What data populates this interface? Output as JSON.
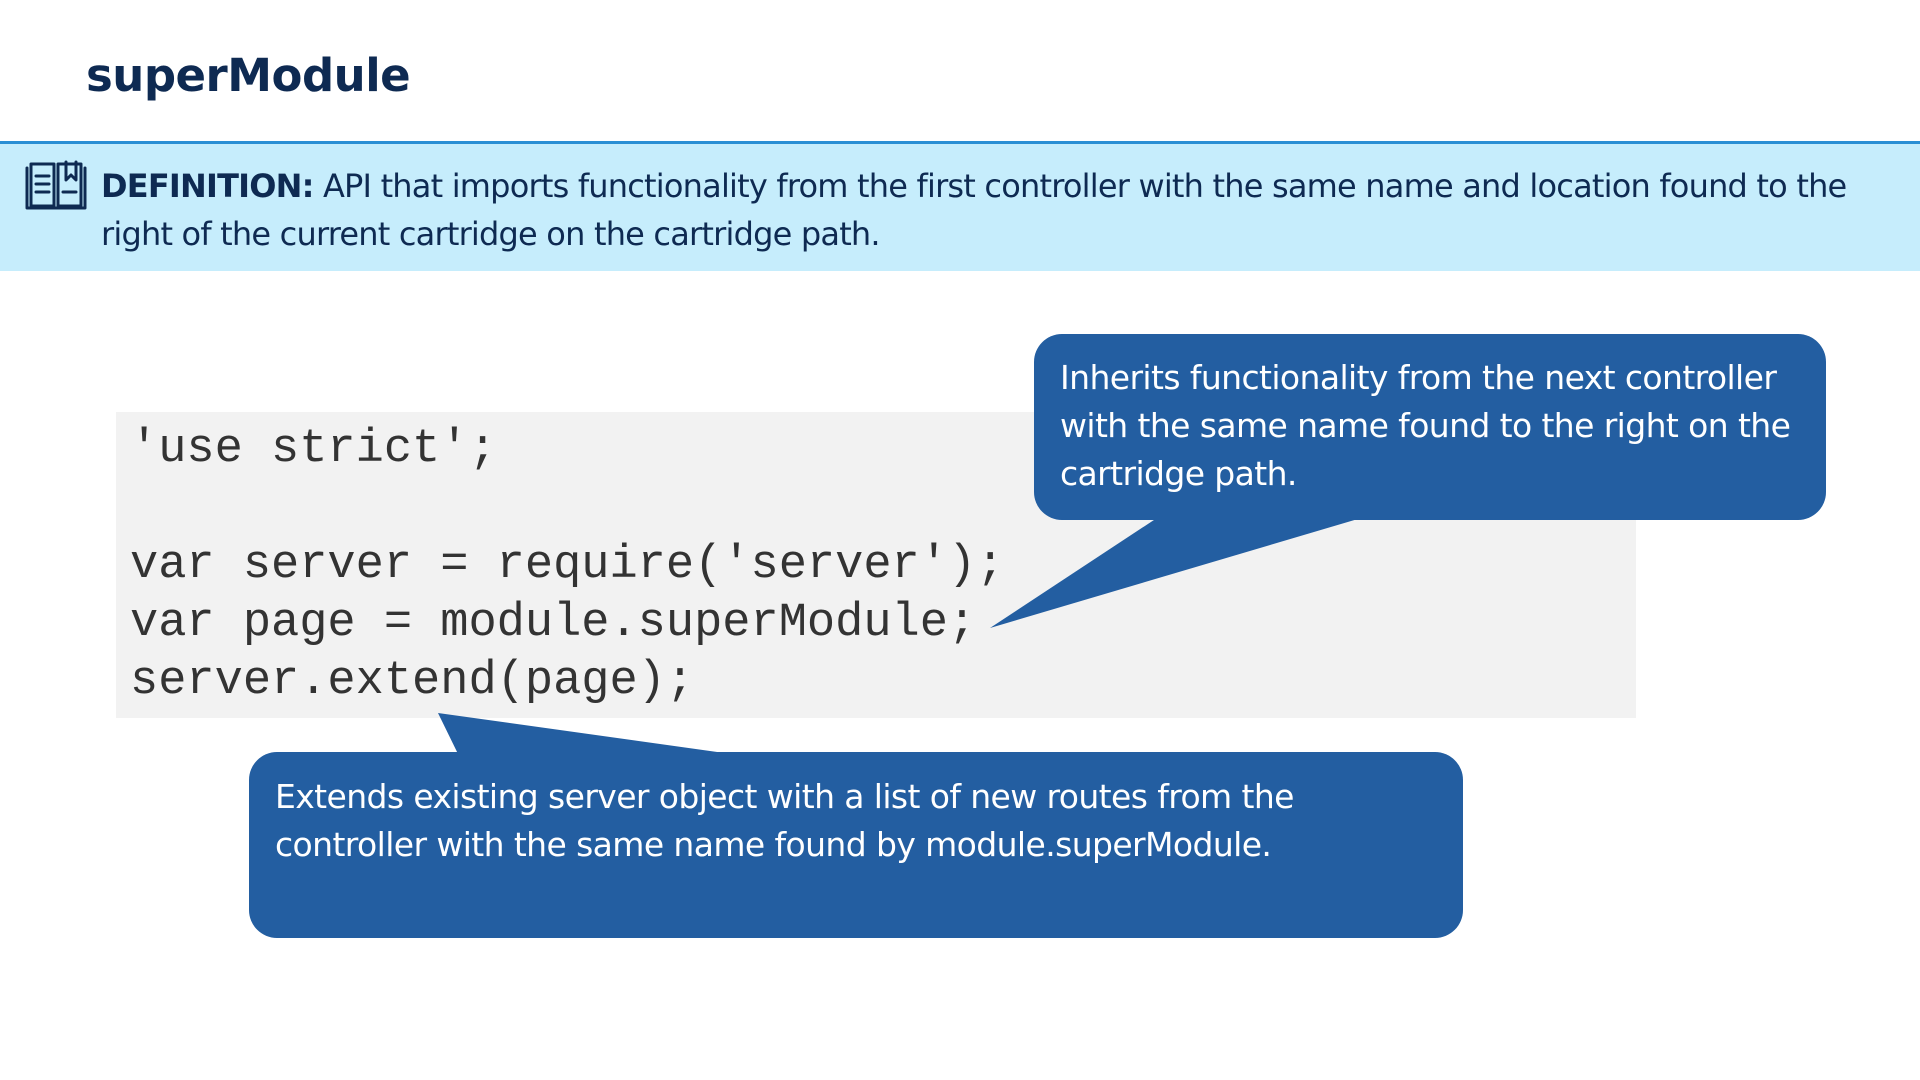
{
  "slide": {
    "title": "superModule"
  },
  "definition": {
    "icon": "book-icon",
    "label": "DEFINITION:",
    "text": " API that imports functionality from the first controller with the same name and location found to the right of the current cartridge on the cartridge path."
  },
  "code": {
    "lines": [
      "'use strict';",
      "",
      "var server = require('server');",
      "var page = module.superModule;",
      "server.extend(page);"
    ]
  },
  "callouts": [
    {
      "text": "Inherits functionality from the next controller with the same name found to the right on the cartridge path."
    },
    {
      "text": "Extends existing server object with a list of new routes from the controller with the same name found by module.superModule."
    }
  ],
  "colors": {
    "title": "#0e2a52",
    "definition_band": "#c6edfc",
    "definition_border": "#2a8fd4",
    "code_background": "#f2f2f2",
    "code_text": "#333333",
    "callout": "#235ea1"
  }
}
